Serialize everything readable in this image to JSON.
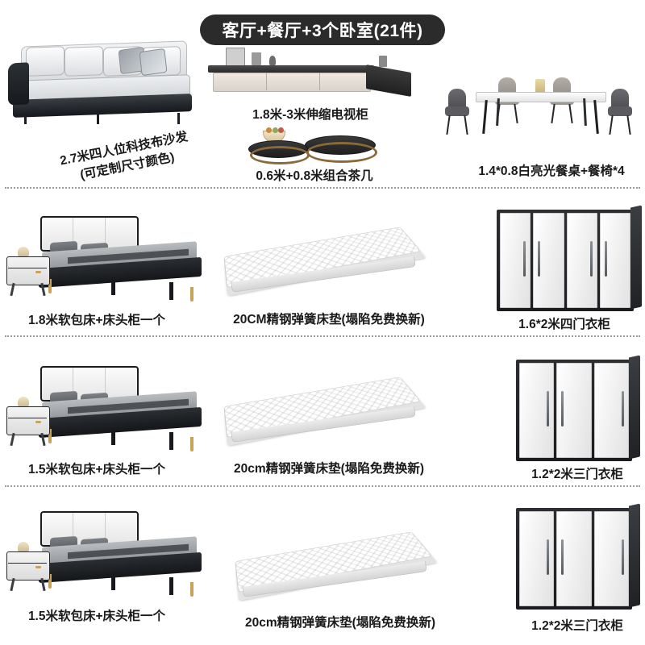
{
  "header": {
    "badge_label": "客厅+餐厅+3个卧室(21件)",
    "badge_bg": "#2b2b2b",
    "badge_text_color": "#ffffff"
  },
  "living_section": {
    "sofa": {
      "caption_line1": "2.7米四人位科技布沙发",
      "caption_line2": "(可定制尺寸颜色)"
    },
    "tv_cabinet": {
      "caption": "1.8米-3米伸缩电视柜"
    },
    "coffee_table": {
      "caption": "0.6米+0.8米组合茶几"
    },
    "dining_set": {
      "caption": "1.4*0.8白亮光餐桌+餐椅*4"
    }
  },
  "bedroom_rows": [
    {
      "bed_caption": "1.8米软包床+床头柜一个",
      "mattress_caption": "20CM精钢弹簧床垫(塌陷免费换新)",
      "wardrobe_caption": "1.6*2米四门衣柜",
      "wardrobe_doors": 4
    },
    {
      "bed_caption": "1.5米软包床+床头柜一个",
      "mattress_caption": "20cm精钢弹簧床垫(塌陷免费换新)",
      "wardrobe_caption": "1.2*2米三门衣柜",
      "wardrobe_doors": 3
    },
    {
      "bed_caption": "1.5米软包床+床头柜一个",
      "mattress_caption": "20cm精钢弹簧床垫(塌陷免费换新)",
      "wardrobe_caption": "1.2*2米三门衣柜",
      "wardrobe_doors": 3
    }
  ],
  "colors": {
    "background": "#ffffff",
    "caption_text": "#1a1a1a",
    "divider": "#9a9a9a",
    "furniture_dark": "#1b1d20",
    "furniture_light": "#f2f2f2",
    "accent_gold": "#c8a257"
  }
}
